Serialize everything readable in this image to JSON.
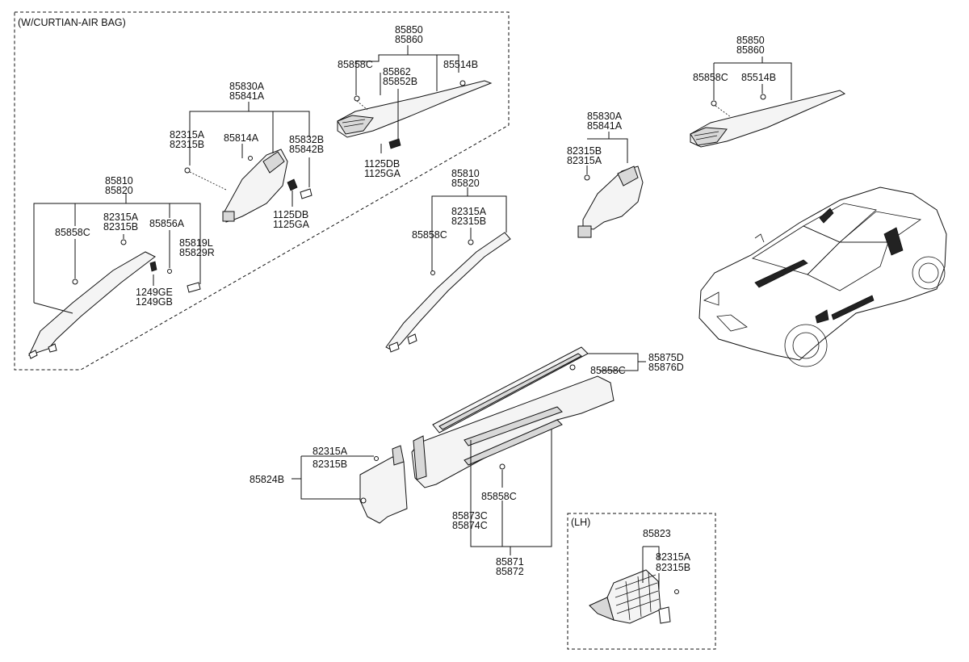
{
  "frames": {
    "curtain_airbag": "(W/CURTIAN-AIR BAG)",
    "lh": "(LH)"
  },
  "callouts": [
    {
      "id": "a1",
      "lines": [
        "85850",
        "85860"
      ]
    },
    {
      "id": "a2",
      "lines": [
        "85858C"
      ]
    },
    {
      "id": "a3",
      "lines": [
        "85862",
        "85852B"
      ]
    },
    {
      "id": "a4",
      "lines": [
        "85514B"
      ]
    },
    {
      "id": "a5",
      "lines": [
        "1125DB",
        "1125GA"
      ]
    },
    {
      "id": "b1",
      "lines": [
        "85830A",
        "85841A"
      ]
    },
    {
      "id": "b2",
      "lines": [
        "82315A",
        "82315B"
      ]
    },
    {
      "id": "b3",
      "lines": [
        "85814A"
      ]
    },
    {
      "id": "b4",
      "lines": [
        "85832B",
        "85842B"
      ]
    },
    {
      "id": "b5",
      "lines": [
        "1125DB",
        "1125GA"
      ]
    },
    {
      "id": "c1",
      "lines": [
        "85810",
        "85820"
      ]
    },
    {
      "id": "c2",
      "lines": [
        "85858C"
      ]
    },
    {
      "id": "c3",
      "lines": [
        "82315A",
        "82315B"
      ]
    },
    {
      "id": "c4",
      "lines": [
        "85856A"
      ]
    },
    {
      "id": "c5",
      "lines": [
        "85819L",
        "85829R"
      ]
    },
    {
      "id": "c6",
      "lines": [
        "1249GE",
        "1249GB"
      ]
    },
    {
      "id": "d1",
      "lines": [
        "85810",
        "85820"
      ]
    },
    {
      "id": "d2",
      "lines": [
        "82315A",
        "82315B"
      ]
    },
    {
      "id": "d3",
      "lines": [
        "85858C"
      ]
    },
    {
      "id": "e1",
      "lines": [
        "85830A",
        "85841A"
      ]
    },
    {
      "id": "e2",
      "lines": [
        "82315B",
        "82315A"
      ]
    },
    {
      "id": "f1",
      "lines": [
        "85850",
        "85860"
      ]
    },
    {
      "id": "f2",
      "lines": [
        "85858C"
      ]
    },
    {
      "id": "f3",
      "lines": [
        "85514B"
      ]
    },
    {
      "id": "g1",
      "lines": [
        "85875D",
        "85876D"
      ]
    },
    {
      "id": "g2",
      "lines": [
        "85858C"
      ]
    },
    {
      "id": "h1",
      "lines": [
        "82315A",
        "82315B"
      ]
    },
    {
      "id": "h2",
      "lines": [
        "85824B"
      ]
    },
    {
      "id": "i1",
      "lines": [
        "85858C"
      ]
    },
    {
      "id": "i2",
      "lines": [
        "85873C",
        "85874C"
      ]
    },
    {
      "id": "i3",
      "lines": [
        "85871",
        "85872"
      ]
    },
    {
      "id": "j1",
      "lines": [
        "85823"
      ]
    },
    {
      "id": "j2",
      "lines": [
        "82315A",
        "82315B"
      ]
    }
  ]
}
